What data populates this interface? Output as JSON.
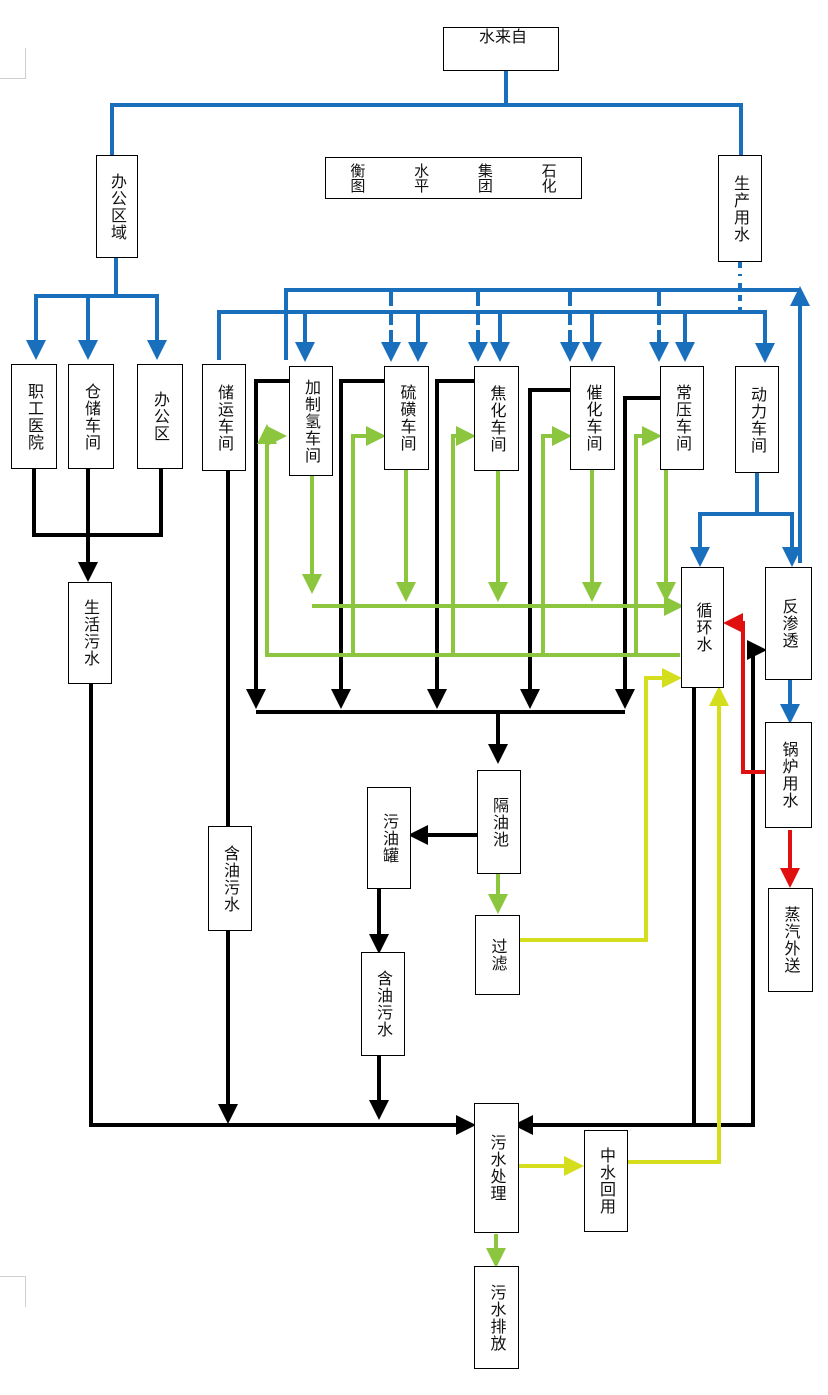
{
  "boxes": {
    "zilaishui": "自来水",
    "bangongquyu": "办公区域",
    "shengchanyongshui": "生产用水",
    "zhigongyiyuan": "职工医院",
    "cangchu": "仓储车间",
    "bangongqu": "办公区",
    "chuyun": "储运车间",
    "jiaqing": "加制氢车间",
    "liuhuang": "硫磺车间",
    "jiaohua": "焦化车间",
    "cuihua": "催化车间",
    "changya": "常压车间",
    "dongli": "动力车间",
    "xunhuanshui": "循环水",
    "fanshentou": "反渗透",
    "guolu": "锅炉用水",
    "zhengqi": "蒸汽外送",
    "shenghuowushui": "生活污水",
    "geyouchi": "隔油池",
    "wuyouguan": "污油罐",
    "guolv": "过滤",
    "hanyouwushui_left": "含油污水",
    "hanyouwushui_mid": "含油污水",
    "wushuichuli": "污水处理",
    "zhongshuihuiyong": "中水回用",
    "wushuipaifang": "污水排放"
  },
  "title_columns": [
    "石化",
    "集团",
    "水平",
    "衡图"
  ],
  "colors": {
    "fresh_water": "#1a6fbd",
    "process_drain": "#000000",
    "recycle": "#8cc63f",
    "reclaimed": "#d4de1c",
    "steam": "#e01010"
  }
}
